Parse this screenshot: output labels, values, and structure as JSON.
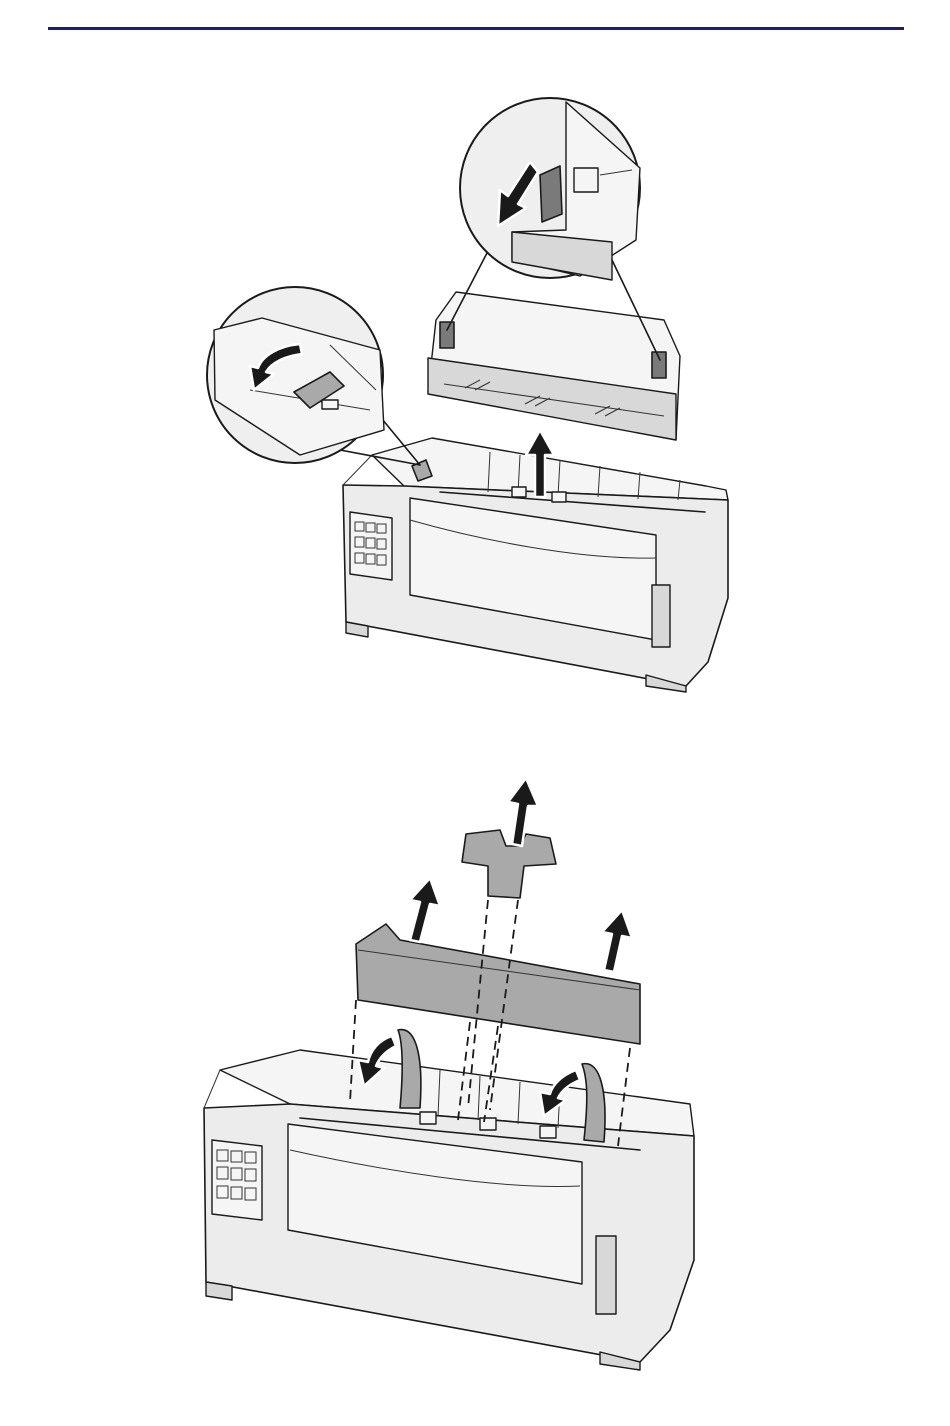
{
  "document": {
    "rule_color": "#1a1f6e",
    "figures": [
      {
        "id": "figure-1",
        "icons": [
          "printer",
          "tractor-unit",
          "zoom-callout",
          "zoom-callout",
          "up-arrow",
          "rotate-arrow",
          "down-arrow"
        ]
      },
      {
        "id": "figure-2",
        "icons": [
          "printer",
          "front-cover",
          "paper-guide",
          "up-arrow",
          "up-arrow",
          "up-arrow",
          "rotate-arrow",
          "rotate-arrow"
        ]
      }
    ]
  }
}
